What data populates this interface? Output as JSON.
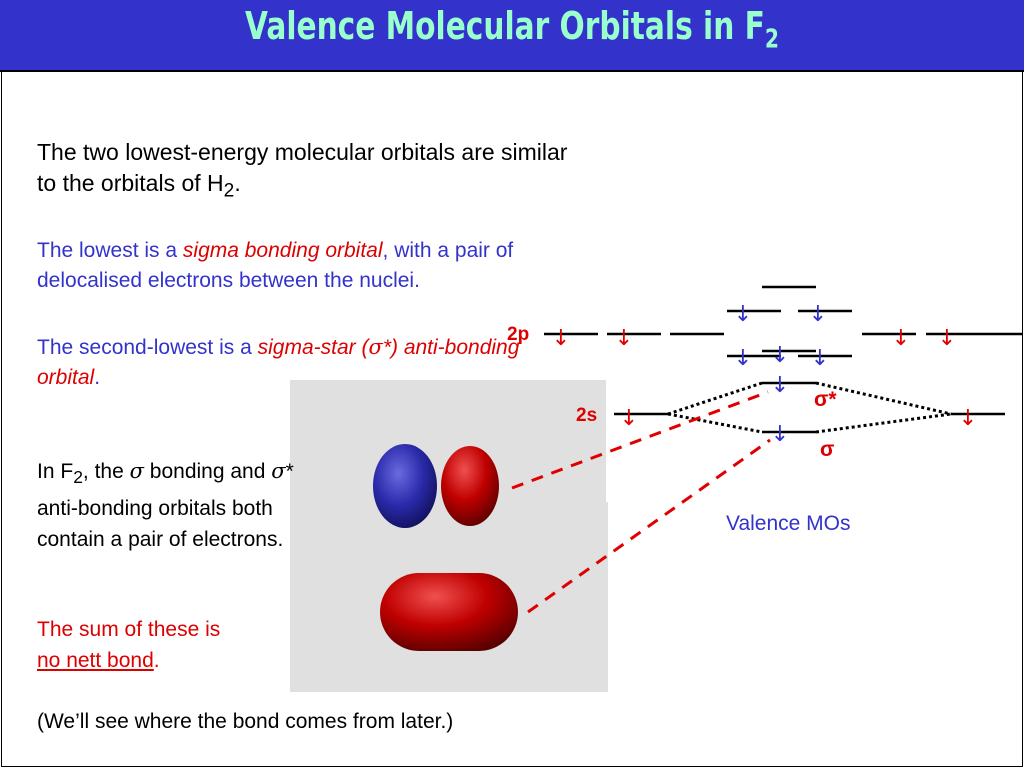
{
  "title": {
    "text": "Valence Molecular Orbitals in F",
    "sub": "2"
  },
  "intro": {
    "line_a": "The two lowest-energy molecular orbitals are similar to the orbitals of H",
    "sub": "2",
    "end": "."
  },
  "lowest": {
    "prefix": "The lowest is a ",
    "term": "sigma bonding orbital",
    "suffix": ", with a pair of delocalised electrons between the nuclei."
  },
  "second": {
    "prefix": "The second-lowest is a ",
    "term_a": "sigma-star (",
    "sigma": "σ",
    "term_b": "*) anti-bonding orbital",
    "end": "."
  },
  "f2_note": {
    "a": "In F",
    "sub": "2",
    "b": ", the ",
    "sigma": "σ",
    "c": " bonding and ",
    "sigma2": "σ",
    "d": "* anti-bonding orbitals both contain a pair of electrons."
  },
  "sum": {
    "a": "The sum of these is",
    "b": "no nett bond",
    "c": "."
  },
  "later": "(We’ll see where the bond comes from later.)",
  "diagram": {
    "label_2p": "2p",
    "label_2s": "2s",
    "label_sigma_star": "σ*",
    "label_sigma": "σ",
    "caption": "Valence MOs",
    "arrow_glyph": "↓"
  },
  "colors": {
    "header": "#3333cc",
    "title": "#99ffcc",
    "blue_text": "#3333cc",
    "red_text": "#dd0000",
    "panel": "#e0e0e0",
    "orbital_red": "#c00000",
    "orbital_blue": "#2a2aaa"
  }
}
